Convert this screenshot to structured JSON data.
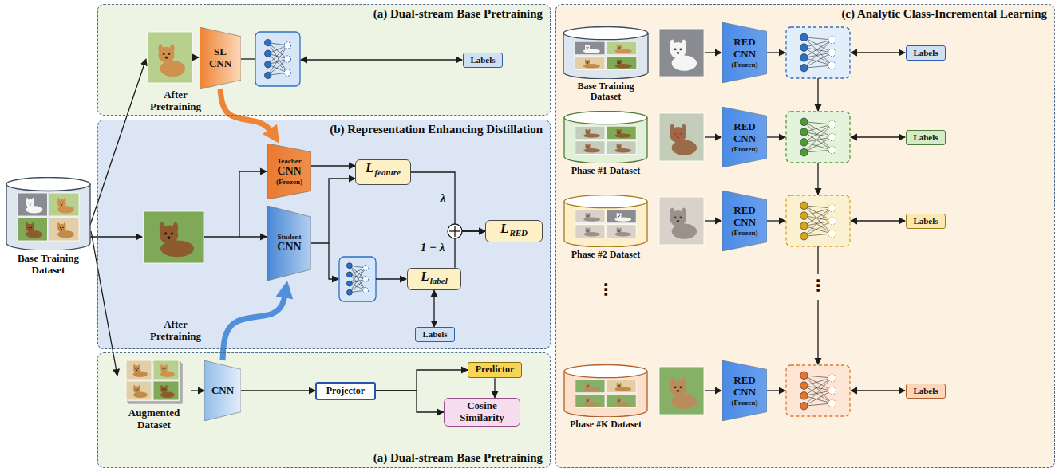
{
  "diagram": {
    "nodes": [
      {
        "text": [
          "Base Training Dataset"
        ]
      },
      {
        "text": [
          "(a) Dual-stream Base Pretraining"
        ]
      },
      {
        "text": [
          "SL CNN"
        ],
        "in": 1
      },
      {
        "text": [
          "Labels"
        ],
        "in": 1
      },
      {
        "text": [
          "(b) Representation Enhancing Distillation"
        ]
      },
      {
        "text": [
          "Teacher",
          "CNN",
          "(Frozen)"
        ],
        "in": 4
      },
      {
        "text": [
          "Student",
          "CNN"
        ],
        "in": 4
      },
      {
        "text": [
          "L",
          "feature"
        ],
        "in": 4
      },
      {
        "text": [
          "L",
          "label"
        ],
        "in": 4
      },
      {
        "text": [
          "L",
          "RED"
        ],
        "in": 4
      },
      {
        "text": [
          "Labels"
        ],
        "in": 4
      },
      {
        "text": [
          "(a) Dual-stream Base Pretraining"
        ]
      },
      {
        "text": [
          "Augmented Dataset"
        ],
        "in": 11
      },
      {
        "text": [
          "CNN"
        ],
        "in": 11
      },
      {
        "text": [
          "Projector"
        ],
        "in": 11
      },
      {
        "text": [
          "Predictor"
        ],
        "in": 11
      },
      {
        "text": [
          "Cosine Similarity"
        ],
        "in": 11
      },
      {
        "text": [
          "(c) Analytic Class-Incremental Learning"
        ]
      },
      {
        "text": [
          "Base Training Dataset"
        ],
        "in": 17
      },
      {
        "text": [
          "RED CNN",
          "(Frozen)"
        ],
        "in": 17
      },
      {
        "text": [
          "Labels"
        ],
        "in": 17
      },
      {
        "text": [
          "Phase #1 Dataset"
        ],
        "in": 17
      },
      {
        "text": [
          "RED CNN",
          "(Frozen)"
        ],
        "in": 17
      },
      {
        "text": [
          "Labels"
        ],
        "in": 17
      },
      {
        "text": [
          "Phase #2 Dataset"
        ],
        "in": 17
      },
      {
        "text": [
          "RED CNN",
          "(Frozen)"
        ],
        "in": 17
      },
      {
        "text": [
          "Labels"
        ],
        "in": 17
      },
      {
        "text": [
          "Phase #K Dataset"
        ],
        "in": 17
      },
      {
        "text": [
          "RED CNN",
          "(Frozen)"
        ],
        "in": 17
      },
      {
        "text": [
          "Labels"
        ],
        "in": 17
      }
    ],
    "edges": [
      {
        "from": 0,
        "to": 12,
        "arrow": "to"
      },
      {
        "from": 2,
        "to": 5,
        "label": "After Pretraining",
        "arrow": "to"
      },
      {
        "from": 5,
        "to": 7,
        "arrow": "to"
      },
      {
        "from": 6,
        "to": 7,
        "arrow": "to"
      },
      {
        "from": 7,
        "to": 9,
        "label": "λ",
        "arrow": "to"
      },
      {
        "from": 8,
        "to": 9,
        "label": "1 − λ",
        "arrow": "to"
      },
      {
        "from": 8,
        "to": 10,
        "arrow": "both"
      },
      {
        "from": 12,
        "to": 13,
        "arrow": "to"
      },
      {
        "from": 13,
        "to": 14,
        "arrow": "to"
      },
      {
        "from": 14,
        "to": 15,
        "arrow": "to"
      },
      {
        "from": 14,
        "to": 16,
        "arrow": "to"
      },
      {
        "from": 15,
        "to": 16,
        "arrow": "to"
      },
      {
        "from": 13,
        "to": 6,
        "label": "After Pretraining",
        "arrow": "to"
      }
    ],
    "labels": [
      "⋮",
      "⋮"
    ]
  }
}
